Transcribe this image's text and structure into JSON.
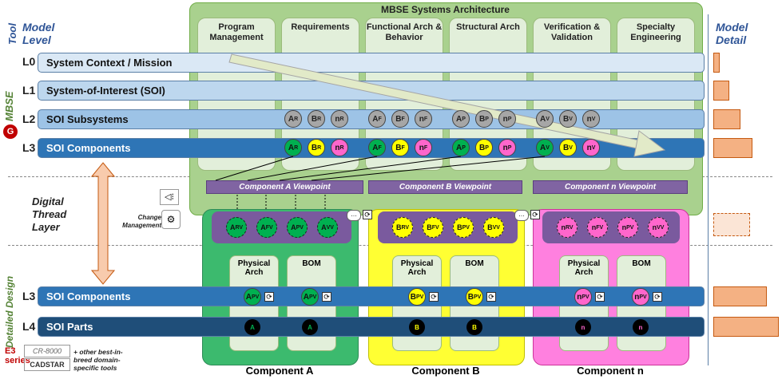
{
  "header": {
    "tool_label": "Tool",
    "model_level": "Model Level",
    "model_detail": "Model Detail",
    "architecture_title": "MBSE Systems Architecture"
  },
  "columns": [
    {
      "label": "Program Management"
    },
    {
      "label": "Requirements"
    },
    {
      "label": "Functional Arch & Behavior"
    },
    {
      "label": "Structural Arch"
    },
    {
      "label": "Verification & Validation"
    },
    {
      "label": "Specialty Engineering"
    }
  ],
  "levels": [
    {
      "code": "L0",
      "label": "System Context / Mission",
      "detail": 0.1
    },
    {
      "code": "L1",
      "label": "System-of-Interest (SOI)",
      "detail": 0.24
    },
    {
      "code": "L2",
      "label": "SOI Subsystems",
      "detail": 0.42
    },
    {
      "code": "L3",
      "label": "SOI Components",
      "detail": 0.6
    },
    {
      "code": "L3",
      "label": "SOI Components",
      "detail": 0.82
    },
    {
      "code": "L4",
      "label": "SOI Parts",
      "detail": 1.0
    }
  ],
  "side_labels": {
    "mbse": "MBSE",
    "digital_thread": "Digital Thread Layer",
    "detailed_design": "Detailed Design",
    "change_management": "Change Management",
    "other_tools": "+ other best-in-breed domain-specific tools",
    "cr8000": "CR-8000",
    "cadstar": "CADSTAR",
    "e3": "E3 series"
  },
  "l2_circles": [
    {
      "base": "A",
      "sub": "R"
    },
    {
      "base": "B",
      "sub": "R"
    },
    {
      "base": "n",
      "sub": "R"
    },
    {
      "base": "A",
      "sub": "F"
    },
    {
      "base": "B",
      "sub": "F"
    },
    {
      "base": "n",
      "sub": "F"
    },
    {
      "base": "A",
      "sub": "P"
    },
    {
      "base": "B",
      "sub": "P"
    },
    {
      "base": "n",
      "sub": "P"
    },
    {
      "base": "A",
      "sub": "V"
    },
    {
      "base": "B",
      "sub": "V"
    },
    {
      "base": "n",
      "sub": "V"
    }
  ],
  "l3_circles": [
    {
      "base": "A",
      "sub": "R"
    },
    {
      "base": "B",
      "sub": "R"
    },
    {
      "base": "n",
      "sub": "R"
    },
    {
      "base": "A",
      "sub": "F"
    },
    {
      "base": "B",
      "sub": "F"
    },
    {
      "base": "n",
      "sub": "F"
    },
    {
      "base": "A",
      "sub": "P"
    },
    {
      "base": "B",
      "sub": "P"
    },
    {
      "base": "n",
      "sub": "P"
    },
    {
      "base": "A",
      "sub": "V"
    },
    {
      "base": "B",
      "sub": "V"
    },
    {
      "base": "n",
      "sub": "V"
    }
  ],
  "viewpoints": [
    "Component A Viewpoint",
    "Component B Viewpoint",
    "Component n Viewpoint"
  ],
  "components": [
    {
      "name": "Component A",
      "letter": "A",
      "thread": [
        {
          "base": "A",
          "sub": "RV"
        },
        {
          "base": "A",
          "sub": "FV"
        },
        {
          "base": "A",
          "sub": "PV"
        },
        {
          "base": "A",
          "sub": "VV"
        }
      ],
      "pv": {
        "base": "A",
        "sub": "PV"
      }
    },
    {
      "name": "Component B",
      "letter": "B",
      "thread": [
        {
          "base": "B",
          "sub": "RV"
        },
        {
          "base": "B",
          "sub": "FV"
        },
        {
          "base": "B",
          "sub": "PV"
        },
        {
          "base": "B",
          "sub": "VV"
        }
      ],
      "pv": {
        "base": "B",
        "sub": "PV"
      }
    },
    {
      "name": "Component n",
      "letter": "n",
      "thread": [
        {
          "base": "n",
          "sub": "RV"
        },
        {
          "base": "n",
          "sub": "FV"
        },
        {
          "base": "n",
          "sub": "PV"
        },
        {
          "base": "n",
          "sub": "VV"
        }
      ],
      "pv": {
        "base": "n",
        "sub": "PV"
      }
    }
  ],
  "sub_boxes": {
    "physical": "Physical Arch",
    "bom": "BOM"
  },
  "colors": {
    "green": "#00b050",
    "yellow": "#ffff00",
    "magenta": "#ff66cc",
    "panel_green": "#a9d18e",
    "purple": "#7a5a9e",
    "orange": "#f4b183",
    "blue": "#2e75b6"
  }
}
